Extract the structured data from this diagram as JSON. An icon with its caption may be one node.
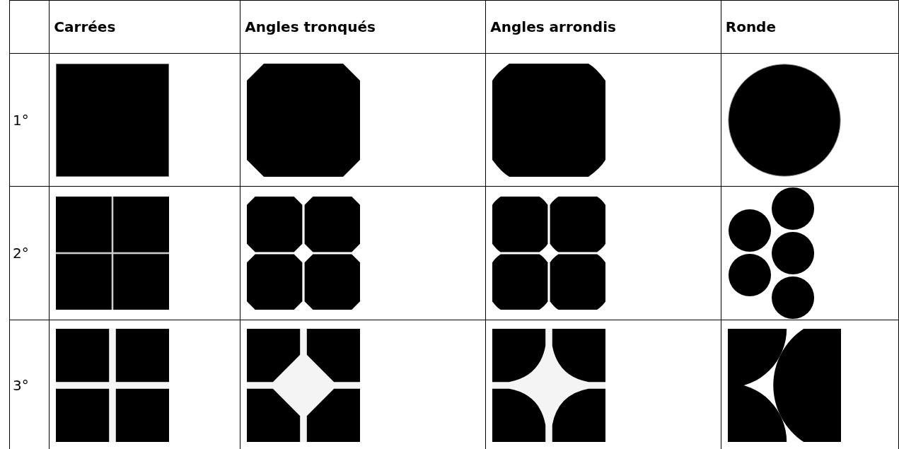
{
  "diagram": {
    "labels": [
      "Carrées",
      "Angles tronqués",
      "Angles arrondis",
      "Ronde",
      "1°",
      "2°",
      "3°"
    ]
  }
}
